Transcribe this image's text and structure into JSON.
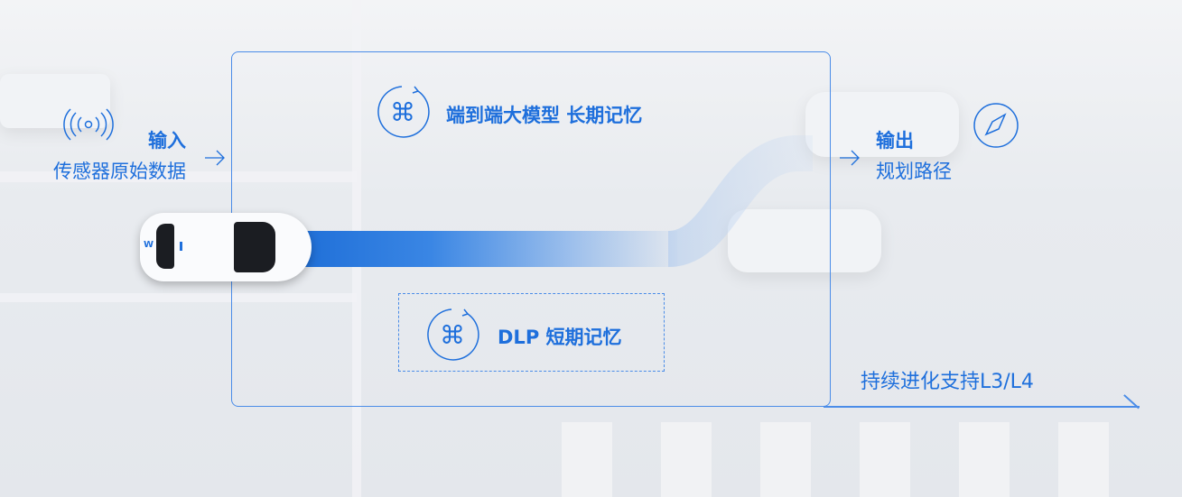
{
  "input": {
    "title": "输入",
    "subtitle": "传感器原始数据",
    "icon": "signal-icon"
  },
  "model": {
    "long_term": "端到端大模型 长期记忆",
    "short_term": "DLP 短期记忆",
    "icon": "command-loop-icon"
  },
  "output": {
    "title": "输出",
    "subtitle": "规划路径",
    "icon": "compass-icon"
  },
  "footer": {
    "caption": "持续进化支持L3/L4"
  },
  "colors": {
    "accent": "#1e6fdc",
    "line": "#4a8ce8"
  }
}
